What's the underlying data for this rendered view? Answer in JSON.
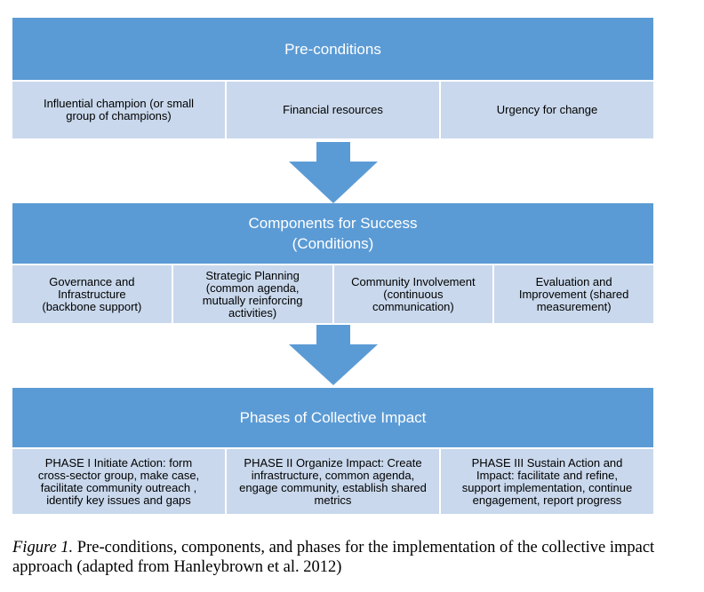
{
  "preconditions": {
    "title": "Pre-conditions",
    "items": [
      "Influential champion (or small\ngroup of champions)",
      "Financial resources",
      "Urgency for change"
    ]
  },
  "components": {
    "title": "Components for Success\n(Conditions)",
    "items": [
      "Governance and\nInfrastructure\n(backbone support)",
      "Strategic Planning\n(common agenda,\nmutually reinforcing\nactivities)",
      "Community Involvement\n(continuous\ncommunication)",
      "Evaluation and\nImprovement (shared\nmeasurement)"
    ]
  },
  "phases": {
    "title": "Phases of Collective Impact",
    "items": [
      "PHASE I Initiate Action: form\ncross-sector group, make case,\nfacilitate community outreach ,\nidentify key issues and gaps",
      "PHASE II Organize Impact: Create\ninfrastructure, common agenda,\nengage community, establish shared\nmetrics",
      "PHASE III Sustain Action and\nImpact: facilitate and refine,\nsupport implementation, continue\nengagement, report progress"
    ]
  },
  "caption": {
    "label": "Figure 1.",
    "text": " Pre-conditions, components, and phases for the implementation of the collective impact approach (adapted from Hanleybrown et al. 2012)"
  },
  "colors": {
    "band": "#5b9bd5",
    "cell": "#c9d8ec",
    "arrow": "#5b9bd5"
  }
}
